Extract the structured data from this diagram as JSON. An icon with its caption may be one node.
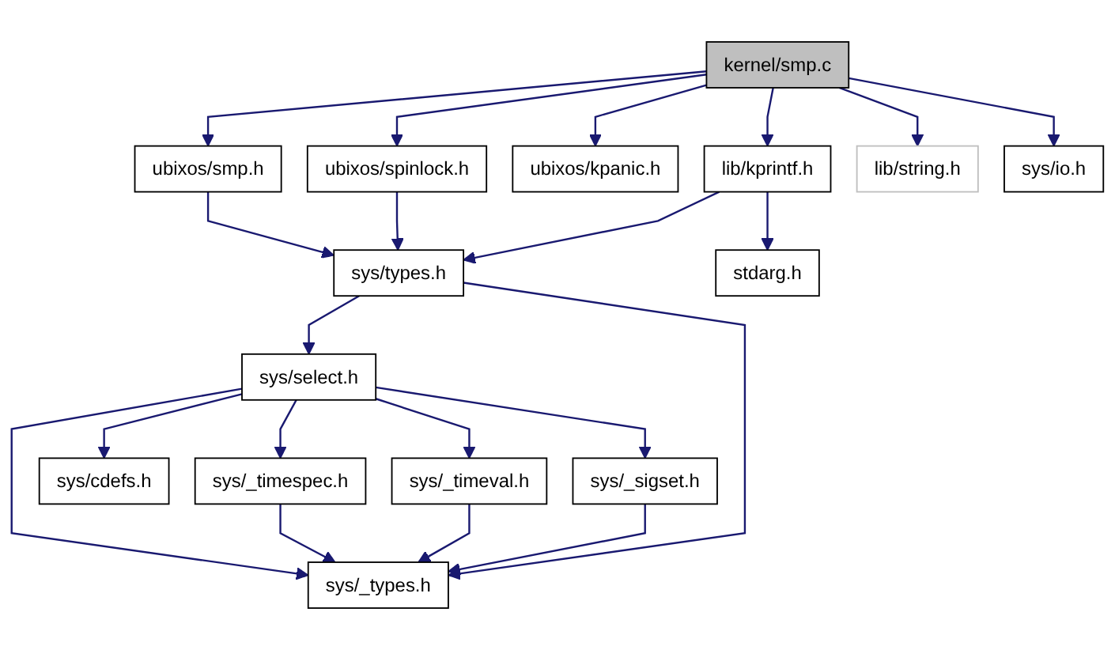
{
  "diagram": {
    "nodes": [
      {
        "text": [
          "kernel/smp.c"
        ]
      },
      {
        "text": [
          "ubixos/smp.h"
        ]
      },
      {
        "text": [
          "ubixos/spinlock.h"
        ]
      },
      {
        "text": [
          "ubixos/kpanic.h"
        ]
      },
      {
        "text": [
          "lib/kprintf.h"
        ]
      },
      {
        "text": [
          "lib/string.h"
        ]
      },
      {
        "text": [
          "sys/io.h"
        ]
      },
      {
        "text": [
          "sys/types.h"
        ]
      },
      {
        "text": [
          "stdarg.h"
        ]
      },
      {
        "text": [
          "sys/select.h"
        ]
      },
      {
        "text": [
          "sys/cdefs.h"
        ]
      },
      {
        "text": [
          "sys/_timespec.h"
        ]
      },
      {
        "text": [
          "sys/_timeval.h"
        ]
      },
      {
        "text": [
          "sys/_sigset.h"
        ]
      },
      {
        "text": [
          "sys/_types.h"
        ]
      }
    ],
    "edges": [
      {
        "from": 0,
        "to": 1,
        "arrow": "to"
      },
      {
        "from": 0,
        "to": 2,
        "arrow": "to"
      },
      {
        "from": 0,
        "to": 3,
        "arrow": "to"
      },
      {
        "from": 0,
        "to": 4,
        "arrow": "to"
      },
      {
        "from": 0,
        "to": 5,
        "arrow": "to"
      },
      {
        "from": 0,
        "to": 6,
        "arrow": "to"
      },
      {
        "from": 1,
        "to": 7,
        "arrow": "to"
      },
      {
        "from": 2,
        "to": 7,
        "arrow": "to"
      },
      {
        "from": 4,
        "to": 7,
        "arrow": "to"
      },
      {
        "from": 4,
        "to": 8,
        "arrow": "to"
      },
      {
        "from": 7,
        "to": 9,
        "arrow": "to"
      },
      {
        "from": 7,
        "to": 14,
        "arrow": "to"
      },
      {
        "from": 9,
        "to": 14,
        "arrow": "to"
      },
      {
        "from": 9,
        "to": 10,
        "arrow": "to"
      },
      {
        "from": 9,
        "to": 11,
        "arrow": "to"
      },
      {
        "from": 9,
        "to": 12,
        "arrow": "to"
      },
      {
        "from": 9,
        "to": 13,
        "arrow": "to"
      },
      {
        "from": 11,
        "to": 14,
        "arrow": "to"
      },
      {
        "from": 12,
        "to": 14,
        "arrow": "to"
      },
      {
        "from": 13,
        "to": 14,
        "arrow": "to"
      }
    ]
  }
}
